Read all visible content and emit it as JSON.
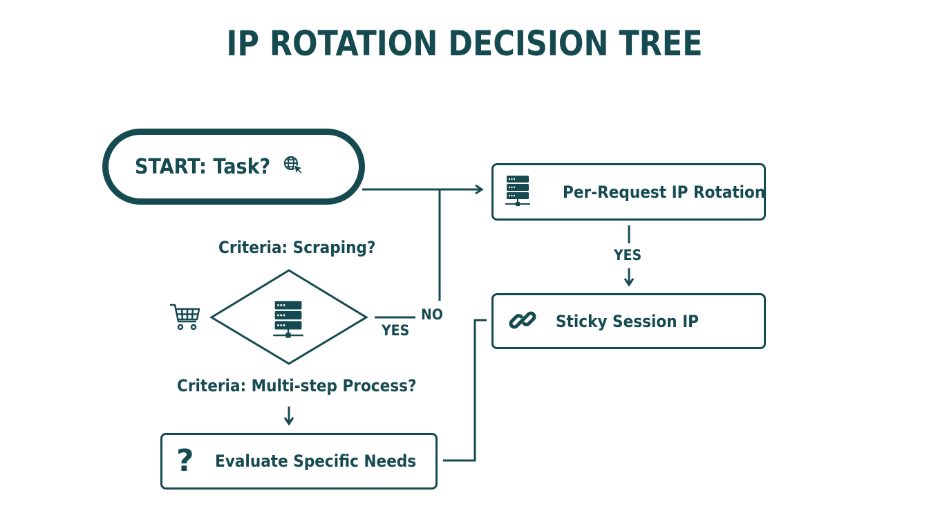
{
  "title": "IP ROTATION DECISION TREE",
  "colors": {
    "primary": "#154a50",
    "background": "#ffffff"
  },
  "nodes": {
    "start": {
      "label": "START: Task?",
      "icon": "globe-cursor-icon"
    },
    "per_request": {
      "label": "Per-Request IP Rotation",
      "icon": "server-icon"
    },
    "sticky": {
      "label": "Sticky Session IP",
      "icon": "link-icon"
    },
    "evaluate": {
      "label": "Evaluate Specific Needs",
      "icon": "question-mark-icon"
    },
    "decision": {
      "icon": "server-icon",
      "side_icon": "shopping-cart-icon"
    }
  },
  "criteria": {
    "scraping": "Criteria: Scraping?",
    "multistep": "Criteria: Multi-step Process?"
  },
  "edge_labels": {
    "decision_yes": "YES",
    "decision_no": "NO",
    "per_request_to_sticky": "YES"
  }
}
